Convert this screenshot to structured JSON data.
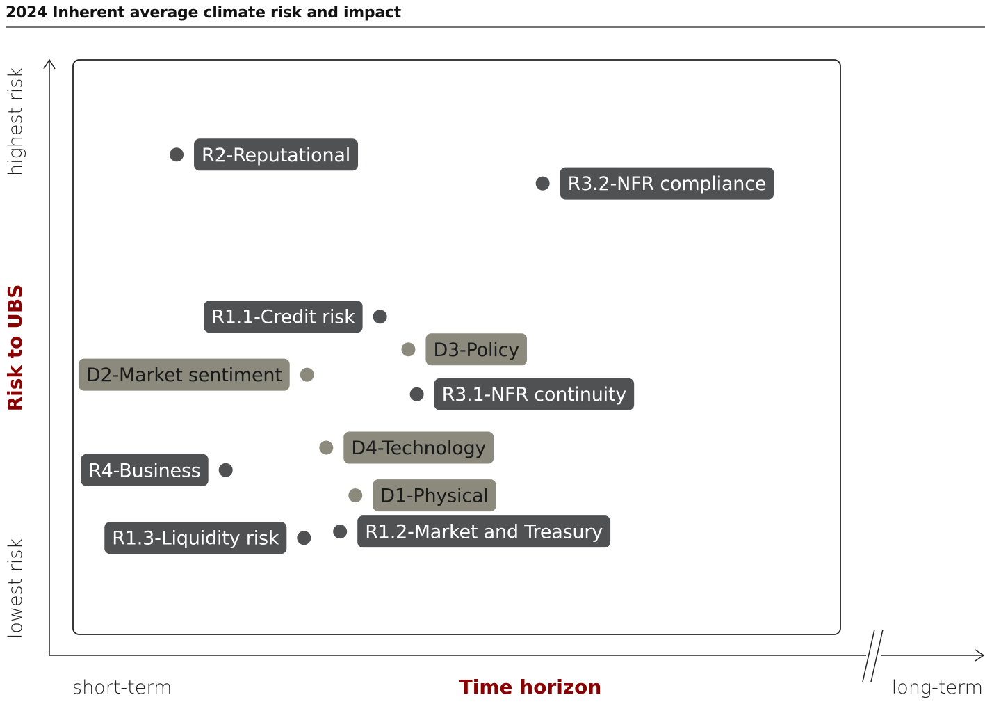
{
  "title": "2024 Inherent average climate risk and impact",
  "colors": {
    "accent": "#8b0000",
    "dark": "#4f5152",
    "light": "#8b8a7c",
    "frame": "#222222"
  },
  "chart_data": {
    "type": "scatter",
    "title": "2024 Inherent average climate risk and impact",
    "xlabel": "Time horizon",
    "ylabel": "Risk to UBS",
    "x_tick_labels": {
      "low": "short-term",
      "high": "long-term"
    },
    "y_tick_labels": {
      "low": "lowest risk",
      "high": "highest risk"
    },
    "xlim": [
      0,
      100
    ],
    "ylim": [
      0,
      100
    ],
    "grid": false,
    "legend": "none",
    "points": [
      {
        "label": "R2-Reputational",
        "x": 13.5,
        "y": 83.5,
        "tone": "dark",
        "side": "right"
      },
      {
        "label": "R3.2-NFR compliance",
        "x": 61.2,
        "y": 78.5,
        "tone": "dark",
        "side": "right"
      },
      {
        "label": "R1.1-Credit risk",
        "x": 40.0,
        "y": 55.3,
        "tone": "dark",
        "side": "left"
      },
      {
        "label": "D3-Policy",
        "x": 43.7,
        "y": 49.6,
        "tone": "light",
        "side": "right"
      },
      {
        "label": "D2-Market sentiment",
        "x": 30.5,
        "y": 45.2,
        "tone": "light",
        "side": "left"
      },
      {
        "label": "R3.1-NFR continuity",
        "x": 44.8,
        "y": 41.8,
        "tone": "dark",
        "side": "right"
      },
      {
        "label": "D4-Technology",
        "x": 33.0,
        "y": 32.5,
        "tone": "light",
        "side": "right"
      },
      {
        "label": "R4-Business",
        "x": 19.9,
        "y": 28.6,
        "tone": "dark",
        "side": "left"
      },
      {
        "label": "D1-Physical",
        "x": 36.8,
        "y": 24.2,
        "tone": "light",
        "side": "right"
      },
      {
        "label": "R1.2-Market and Treasury",
        "x": 34.8,
        "y": 17.9,
        "tone": "dark",
        "side": "right"
      },
      {
        "label": "R1.3-Liquidity risk",
        "x": 30.1,
        "y": 16.8,
        "tone": "dark",
        "side": "left"
      }
    ]
  }
}
